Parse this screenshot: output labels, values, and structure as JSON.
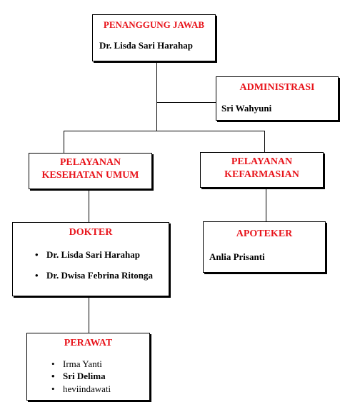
{
  "chart": {
    "penanggung": {
      "title": "PENANGGUNG JAWAB",
      "name": "Dr. Lisda Sari Harahap"
    },
    "administrasi": {
      "title": "ADMINISTRASI",
      "name": "Sri Wahyuni"
    },
    "pelayanan_umum": {
      "title_line1": "PELAYANAN",
      "title_line2": "KESEHATAN UMUM"
    },
    "pelayanan_farmasi": {
      "title_line1": "PELAYANAN",
      "title_line2": "KEFARMASIAN"
    },
    "dokter": {
      "title": "DOKTER",
      "members": [
        "Dr. Lisda Sari Harahap",
        "Dr. Dwisa Febrina Ritonga"
      ]
    },
    "apoteker": {
      "title": "APOTEKER",
      "name": "Anlia Prisanti"
    },
    "perawat": {
      "title": "PERAWAT",
      "members": [
        "Irma Yanti",
        "Sri Delima",
        "heviindawati"
      ]
    }
  }
}
